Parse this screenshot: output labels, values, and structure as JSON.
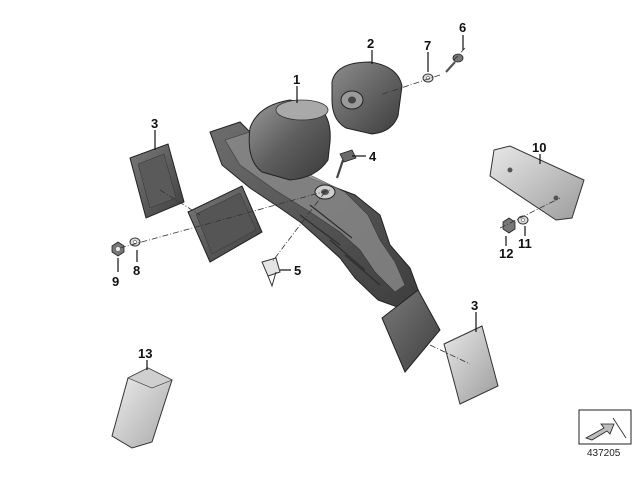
{
  "diagram": {
    "reference_number": "437205",
    "callouts": [
      {
        "id": "c1",
        "text": "1"
      },
      {
        "id": "c2",
        "text": "2"
      },
      {
        "id": "c3a",
        "text": "3"
      },
      {
        "id": "c3b",
        "text": "3"
      },
      {
        "id": "c4",
        "text": "4"
      },
      {
        "id": "c5",
        "text": "5"
      },
      {
        "id": "c6",
        "text": "6"
      },
      {
        "id": "c7",
        "text": "7"
      },
      {
        "id": "c8",
        "text": "8"
      },
      {
        "id": "c9",
        "text": "9"
      },
      {
        "id": "c10",
        "text": "10"
      },
      {
        "id": "c11",
        "text": "11"
      },
      {
        "id": "c12",
        "text": "12"
      },
      {
        "id": "c13",
        "text": "13"
      }
    ],
    "colors": {
      "part_dark": "#4a4a4a",
      "part_mid": "#7a7a7a",
      "part_light": "#b5b5b5",
      "reflector_light": "#d9d9d9"
    }
  }
}
